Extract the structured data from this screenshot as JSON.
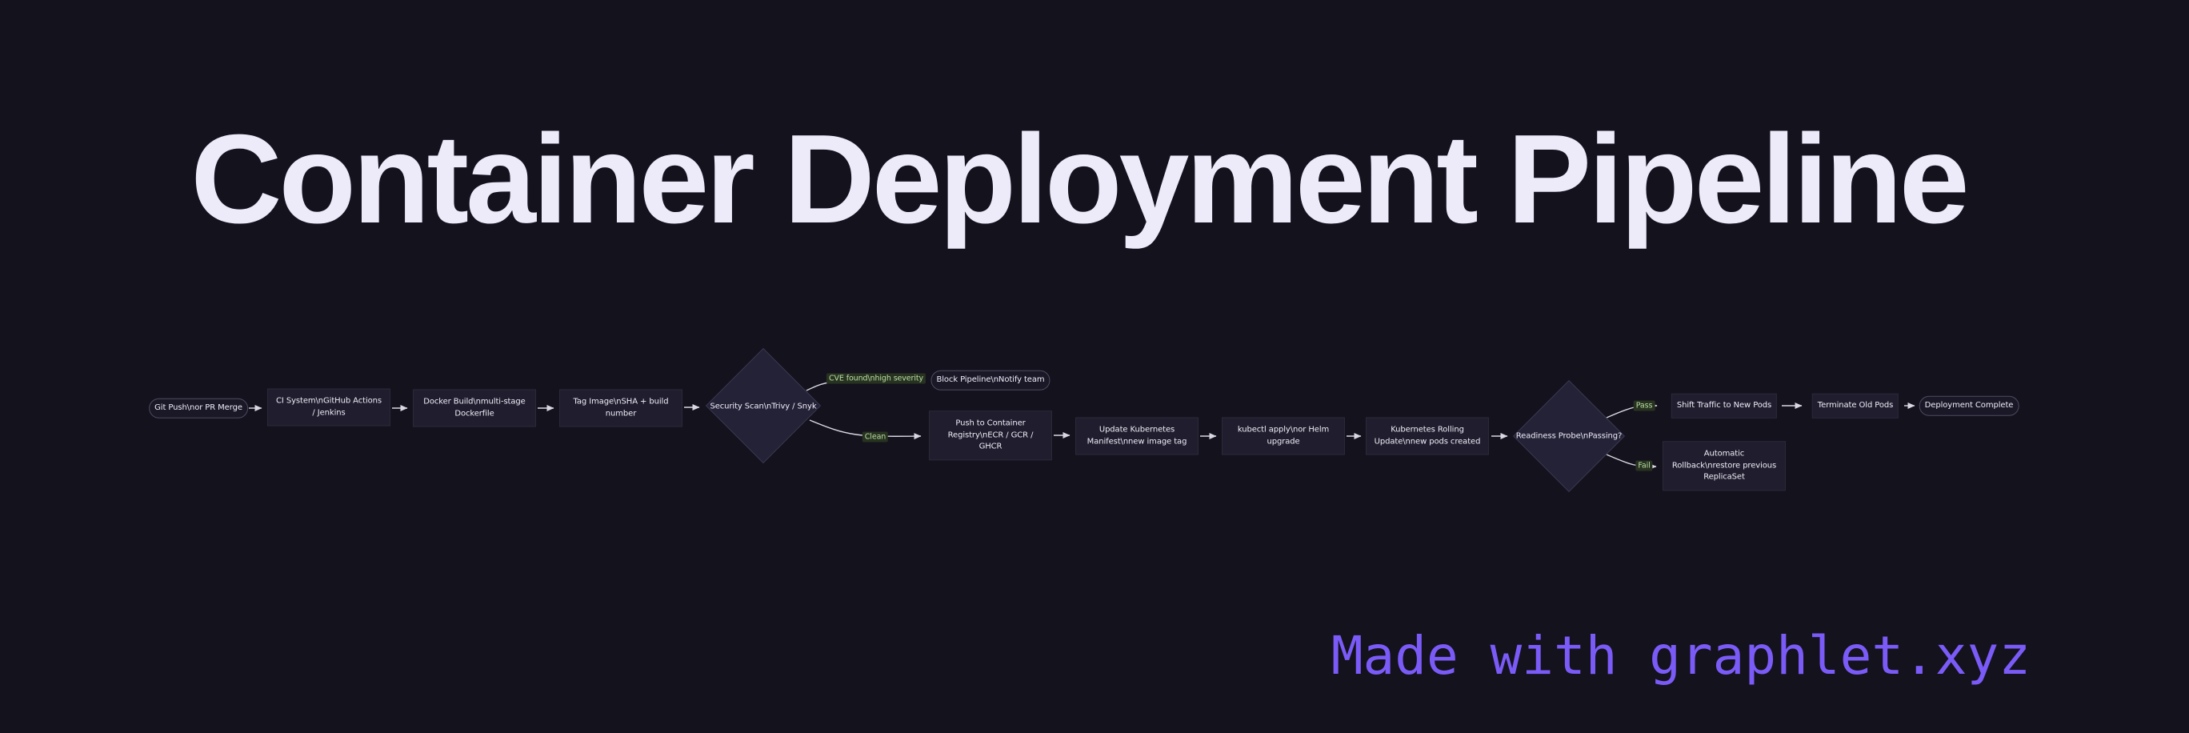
{
  "page": {
    "title": "Container Deployment Pipeline",
    "watermark": "Made with graphlet.xyz"
  },
  "colors": {
    "background": "#14121d",
    "title_text": "#edebfa",
    "node_fill": "#201e2e",
    "node_border": "#2b2939",
    "pill_fill": "#1a1826",
    "pill_border": "#4c4a60",
    "diamond_fill": "#242236",
    "diamond_border": "#3a3850",
    "node_text": "#eeecf9",
    "edge_line": "#d8d8e2",
    "edge_label_text": "#b9dda4",
    "edge_label_bg": "#273320",
    "watermark_text": "#7b5bf8"
  },
  "nodes": [
    {
      "id": "git-push",
      "shape": "pill",
      "label": "Git Push\\nor PR Merge"
    },
    {
      "id": "ci-system",
      "shape": "rect",
      "label": "CI System\\nGitHub Actions / Jenkins"
    },
    {
      "id": "docker-build",
      "shape": "rect",
      "label": "Docker Build\\nmulti-stage Dockerfile"
    },
    {
      "id": "tag-image",
      "shape": "rect",
      "label": "Tag Image\\nSHA + build number"
    },
    {
      "id": "security-scan",
      "shape": "diamond",
      "label": "Security Scan\\nTrivy / Snyk"
    },
    {
      "id": "block-pipeline",
      "shape": "pill",
      "label": "Block Pipeline\\nNotify team"
    },
    {
      "id": "push-registry",
      "shape": "rect",
      "label": "Push to Container Registry\\nECR / GCR / GHCR"
    },
    {
      "id": "update-manifest",
      "shape": "rect",
      "label": "Update Kubernetes Manifest\\nnew image tag"
    },
    {
      "id": "kubectl-apply",
      "shape": "rect",
      "label": "kubectl apply\\nor Helm upgrade"
    },
    {
      "id": "rolling-update",
      "shape": "rect",
      "label": "Kubernetes Rolling Update\\nnew pods created"
    },
    {
      "id": "readiness-probe",
      "shape": "diamond",
      "label": "Readiness Probe\\nPassing?"
    },
    {
      "id": "shift-traffic",
      "shape": "rect",
      "label": "Shift Traffic to New Pods"
    },
    {
      "id": "terminate-old-pods",
      "shape": "rect",
      "label": "Terminate Old Pods"
    },
    {
      "id": "deployment-complete",
      "shape": "pill",
      "label": "Deployment Complete"
    },
    {
      "id": "auto-rollback",
      "shape": "rect",
      "label": "Automatic Rollback\\nrestore previous ReplicaSet"
    }
  ],
  "edges": [
    {
      "from": "git-push",
      "to": "ci-system",
      "label": ""
    },
    {
      "from": "ci-system",
      "to": "docker-build",
      "label": ""
    },
    {
      "from": "docker-build",
      "to": "tag-image",
      "label": ""
    },
    {
      "from": "tag-image",
      "to": "security-scan",
      "label": ""
    },
    {
      "from": "security-scan",
      "to": "block-pipeline",
      "label": "CVE found\\nhigh severity"
    },
    {
      "from": "security-scan",
      "to": "push-registry",
      "label": "Clean"
    },
    {
      "from": "push-registry",
      "to": "update-manifest",
      "label": ""
    },
    {
      "from": "update-manifest",
      "to": "kubectl-apply",
      "label": ""
    },
    {
      "from": "kubectl-apply",
      "to": "rolling-update",
      "label": ""
    },
    {
      "from": "rolling-update",
      "to": "readiness-probe",
      "label": ""
    },
    {
      "from": "readiness-probe",
      "to": "shift-traffic",
      "label": "Pass"
    },
    {
      "from": "readiness-probe",
      "to": "auto-rollback",
      "label": "Fail"
    },
    {
      "from": "shift-traffic",
      "to": "terminate-old-pods",
      "label": ""
    },
    {
      "from": "terminate-old-pods",
      "to": "deployment-complete",
      "label": ""
    }
  ]
}
